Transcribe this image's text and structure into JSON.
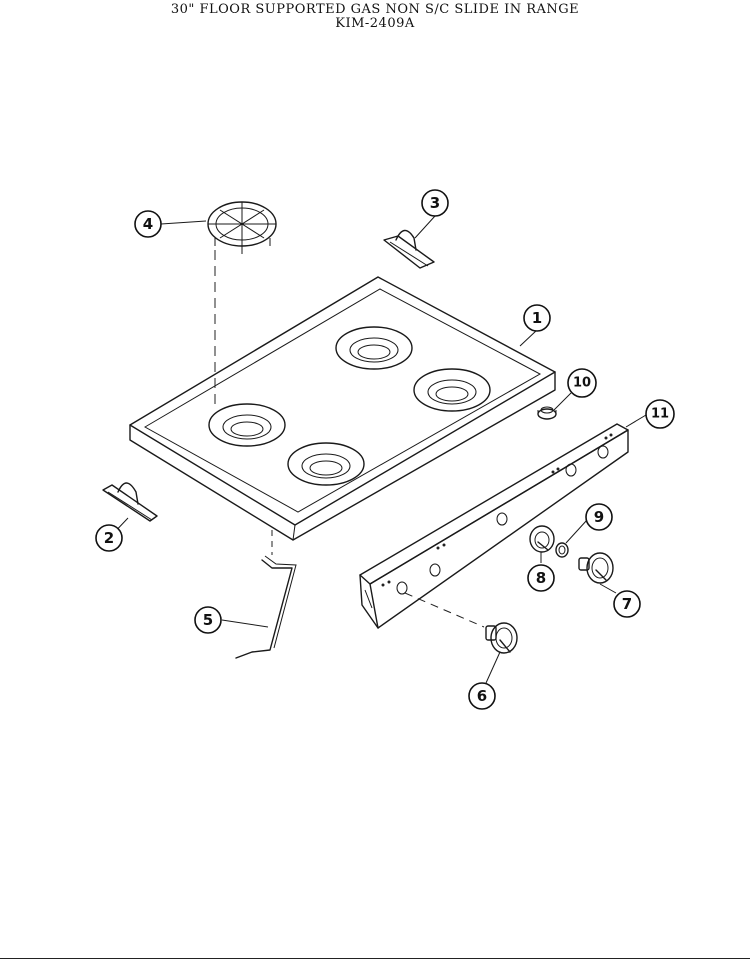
{
  "header": {
    "title_line1": "30\" FLOOR SUPPORTED GAS NON S/C SLIDE IN RANGE",
    "title_line2": "KIM-2409A"
  },
  "callouts": [
    {
      "id": "1",
      "part": "cooktop"
    },
    {
      "id": "2",
      "part": "left-bracket"
    },
    {
      "id": "3",
      "part": "right-bracket"
    },
    {
      "id": "4",
      "part": "burner-grate"
    },
    {
      "id": "5",
      "part": "support-rod"
    },
    {
      "id": "6",
      "part": "control-knob-front"
    },
    {
      "id": "7",
      "part": "control-knob-right"
    },
    {
      "id": "8",
      "part": "control-knob-left"
    },
    {
      "id": "9",
      "part": "knob-insert"
    },
    {
      "id": "10",
      "part": "grommet"
    },
    {
      "id": "11",
      "part": "control-panel"
    }
  ]
}
